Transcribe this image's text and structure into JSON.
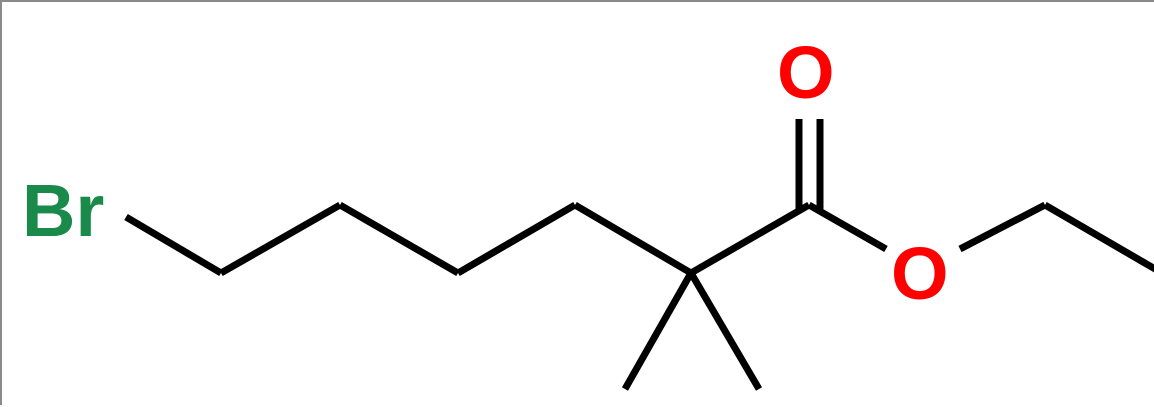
{
  "diagram": {
    "type": "skeletal-structure",
    "atoms": [
      {
        "symbol": "Br",
        "color": "#1a8a4a"
      },
      {
        "symbol": "O",
        "color": "#ff0000",
        "role": "carbonyl-oxygen"
      },
      {
        "symbol": "O",
        "color": "#ff0000",
        "role": "ester-oxygen"
      }
    ],
    "bond_color": "#000000"
  }
}
